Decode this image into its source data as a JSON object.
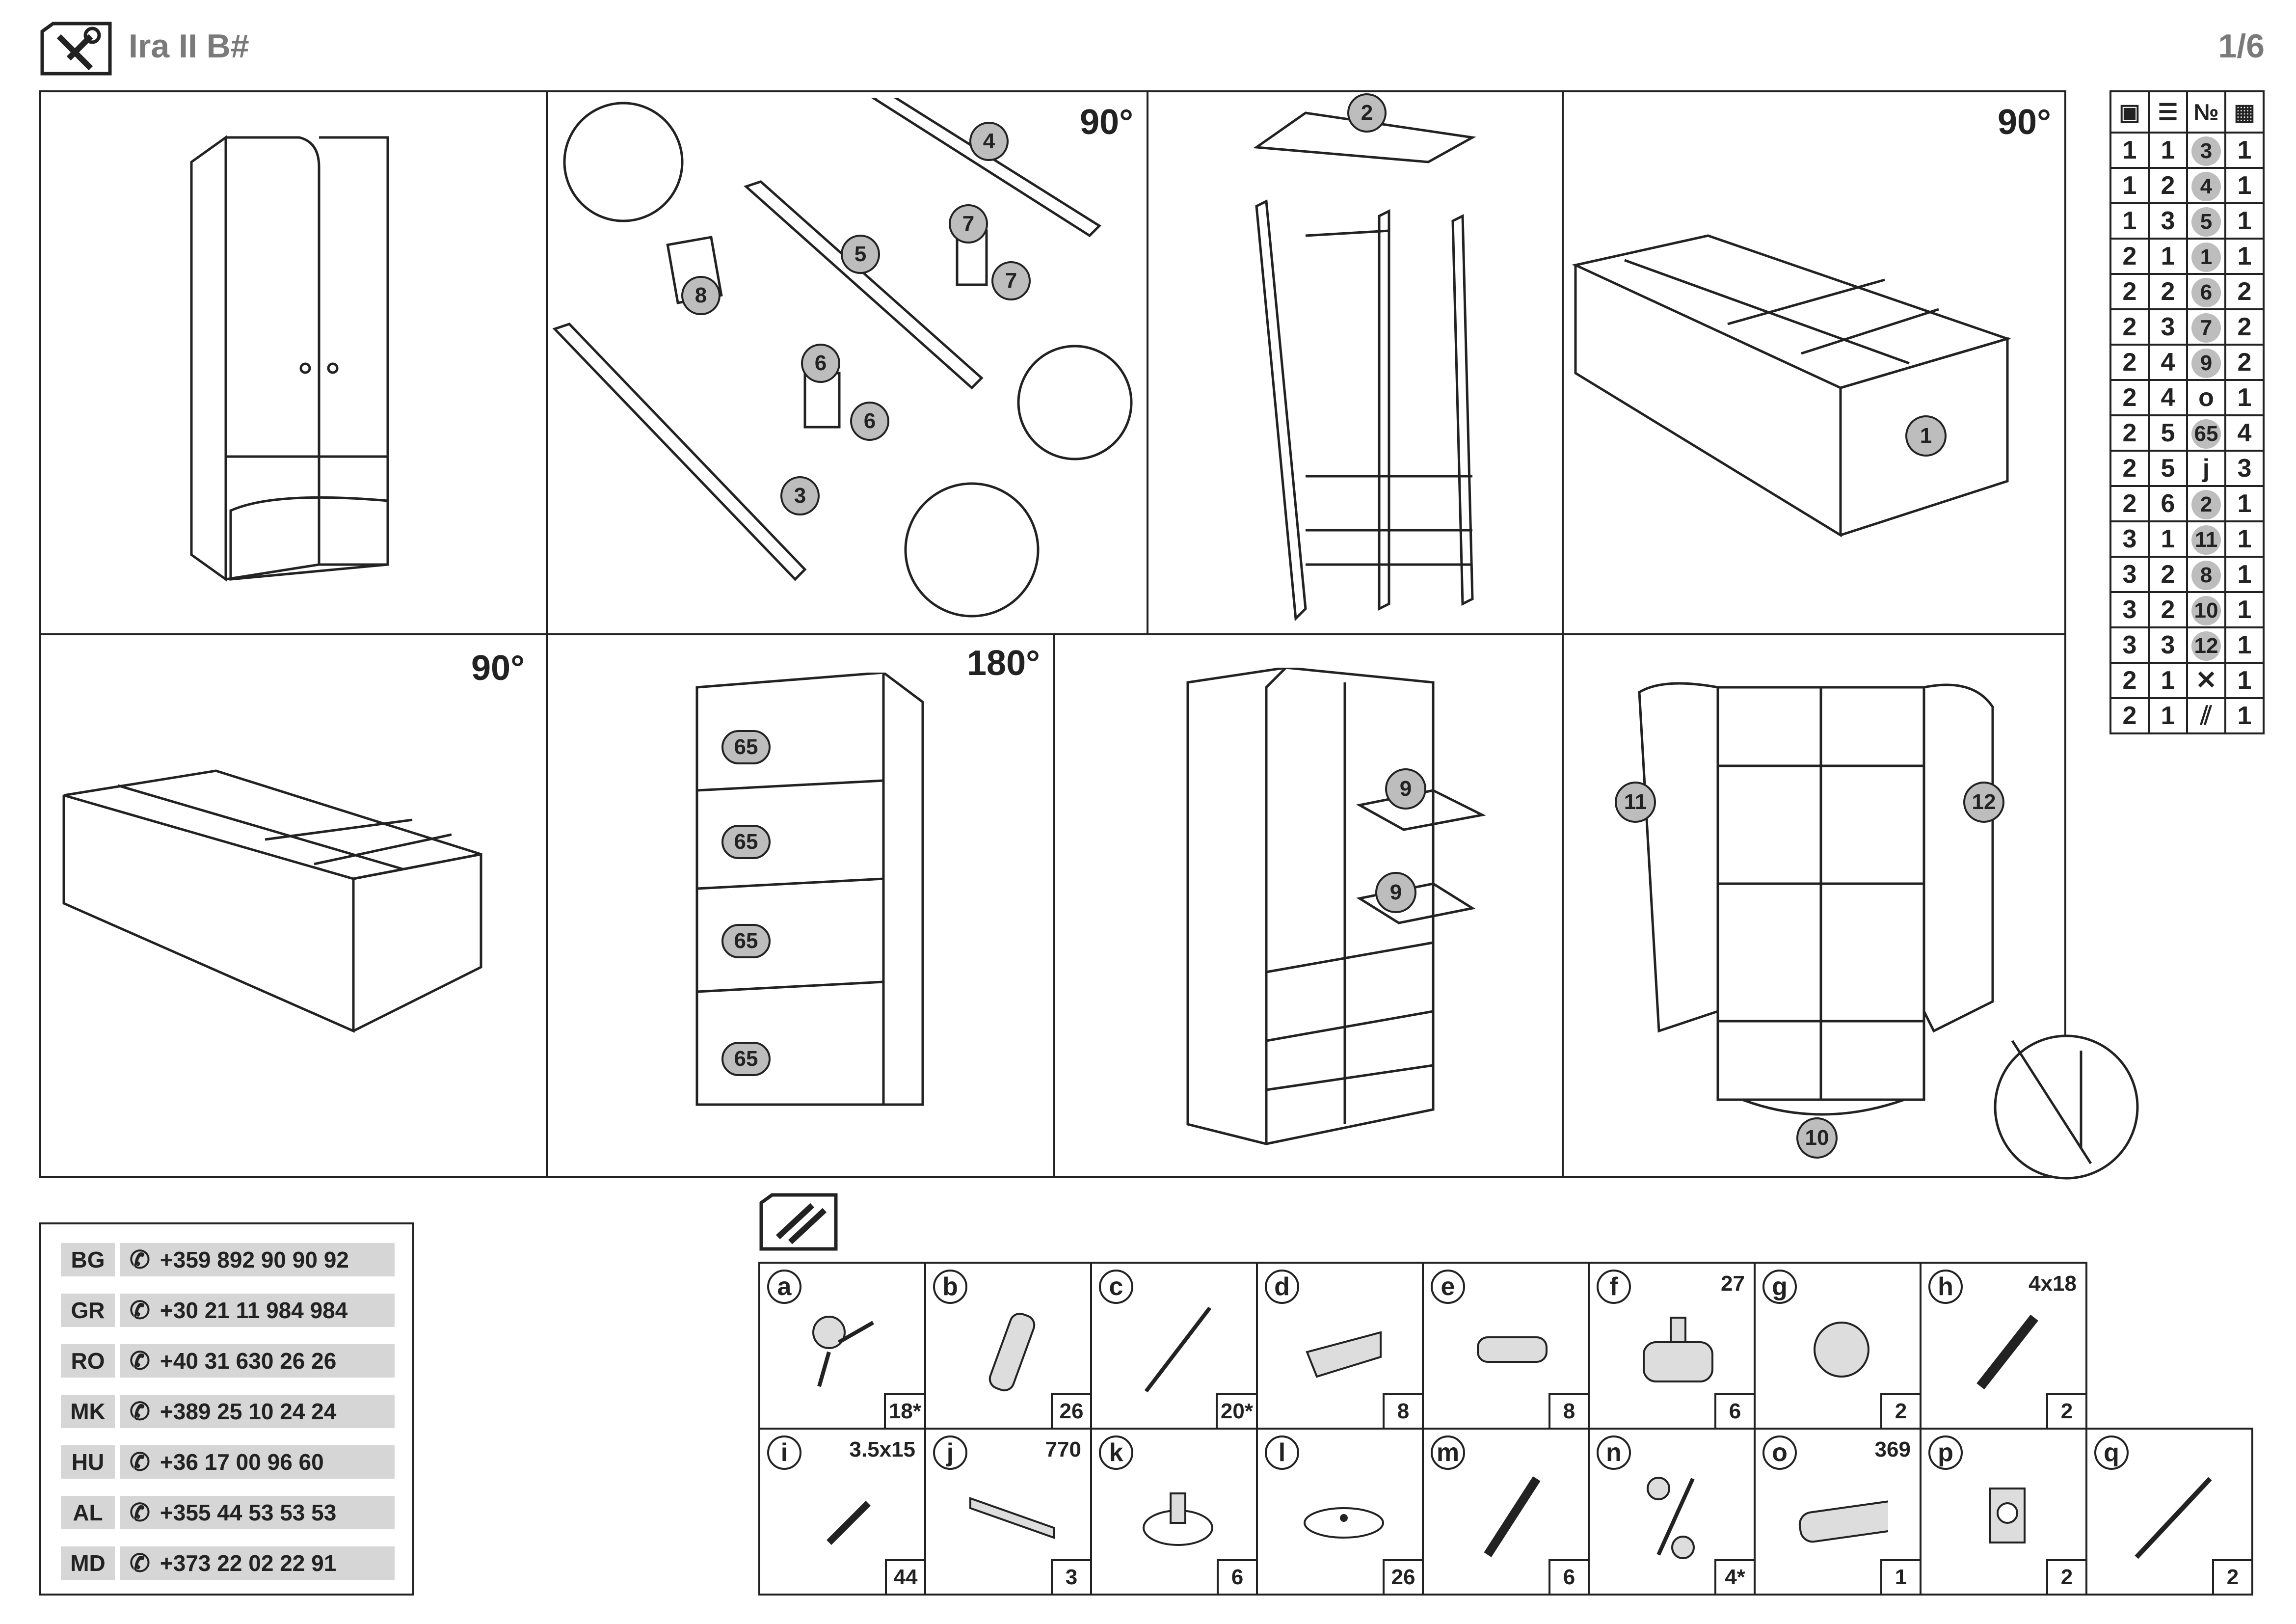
{
  "header": {
    "title": "Ira II B#",
    "page": "1/6"
  },
  "steps": {
    "rot_90": "90°",
    "rot_180": "180°"
  },
  "callouts": [
    "1",
    "2",
    "3",
    "4",
    "5",
    "6",
    "7",
    "8",
    "9",
    "10",
    "11",
    "12",
    "65"
  ],
  "parts_table": {
    "headers": [
      "box-icon",
      "pack-icon",
      "№",
      "qty-icon"
    ],
    "number_header": "№",
    "rows": [
      [
        "1",
        "1",
        "3",
        "1"
      ],
      [
        "1",
        "2",
        "4",
        "1"
      ],
      [
        "1",
        "3",
        "5",
        "1"
      ],
      [
        "2",
        "1",
        "1",
        "1"
      ],
      [
        "2",
        "2",
        "6",
        "2"
      ],
      [
        "2",
        "3",
        "7",
        "2"
      ],
      [
        "2",
        "4",
        "9",
        "2"
      ],
      [
        "2",
        "4",
        "o",
        "1"
      ],
      [
        "2",
        "5",
        "65",
        "4"
      ],
      [
        "2",
        "5",
        "j",
        "3"
      ],
      [
        "2",
        "6",
        "2",
        "1"
      ],
      [
        "3",
        "1",
        "11",
        "1"
      ],
      [
        "3",
        "2",
        "8",
        "1"
      ],
      [
        "3",
        "2",
        "10",
        "1"
      ],
      [
        "3",
        "3",
        "12",
        "1"
      ],
      [
        "2",
        "1",
        "tools",
        "1"
      ],
      [
        "2",
        "1",
        "fittings",
        "1"
      ]
    ]
  },
  "contacts": [
    {
      "code": "BG",
      "phone": "+359 892 90 90 92"
    },
    {
      "code": "GR",
      "phone": "+30 21 11 984 984"
    },
    {
      "code": "RO",
      "phone": "+40 31 630 26 26"
    },
    {
      "code": "MK",
      "phone": "+389 25 10 24 24"
    },
    {
      "code": "HU",
      "phone": "+36 17 00 96 60"
    },
    {
      "code": "AL",
      "phone": "+355 44 53 53 53"
    },
    {
      "code": "MD",
      "phone": "+373 22 02 22 91"
    }
  ],
  "hardware": [
    {
      "letter": "a",
      "size": "",
      "qty": "18*"
    },
    {
      "letter": "b",
      "size": "",
      "qty": "26"
    },
    {
      "letter": "c",
      "size": "",
      "qty": "20*"
    },
    {
      "letter": "d",
      "size": "",
      "qty": "8"
    },
    {
      "letter": "e",
      "size": "",
      "qty": "8"
    },
    {
      "letter": "f",
      "size": "27",
      "qty": "6"
    },
    {
      "letter": "g",
      "size": "",
      "qty": "2"
    },
    {
      "letter": "h",
      "size": "4x18",
      "qty": "2"
    },
    {
      "letter": "i",
      "size": "3.5x15",
      "qty": "44"
    },
    {
      "letter": "j",
      "size": "770",
      "qty": "3"
    },
    {
      "letter": "k",
      "size": "",
      "qty": "6"
    },
    {
      "letter": "l",
      "size": "",
      "qty": "26"
    },
    {
      "letter": "m",
      "size": "",
      "qty": "6"
    },
    {
      "letter": "n",
      "size": "",
      "qty": "4*"
    },
    {
      "letter": "o",
      "size": "369",
      "qty": "1"
    },
    {
      "letter": "p",
      "size": "",
      "qty": "2"
    },
    {
      "letter": "q",
      "size": "",
      "qty": "2"
    }
  ]
}
